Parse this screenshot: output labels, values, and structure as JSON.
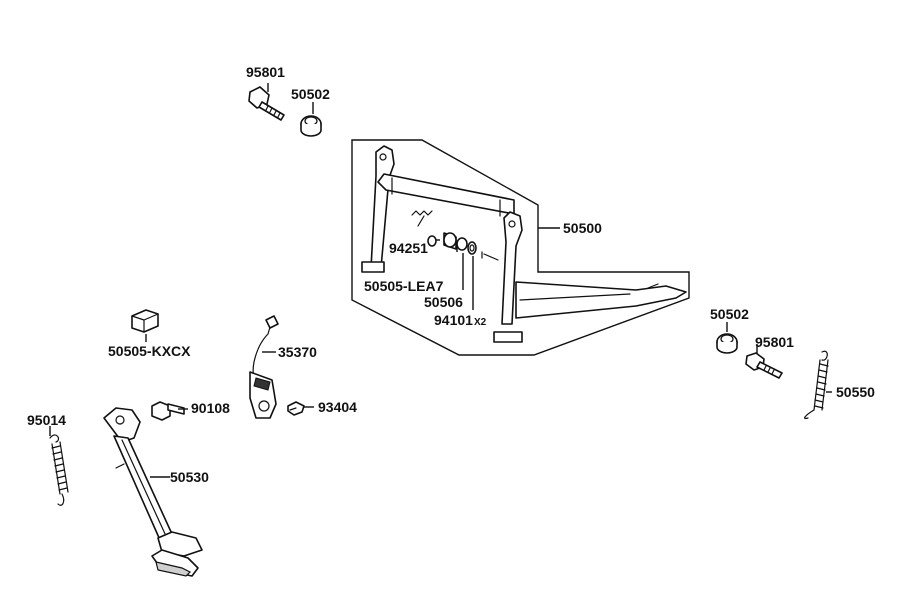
{
  "labels": {
    "p95801_top": "95801",
    "p50502_top": "50502",
    "p50500": "50500",
    "p94251": "94251",
    "p50505_lea7": "50505-LEA7",
    "p50506": "50506",
    "p94101": "94101",
    "p94101_qty": "X2",
    "p50502_right": "50502",
    "p95801_right": "95801",
    "p50550": "50550",
    "p50505_kxcx": "50505-KXCX",
    "p35370": "35370",
    "p90108": "90108",
    "p93404": "93404",
    "p95014": "95014",
    "p50530": "50530"
  }
}
